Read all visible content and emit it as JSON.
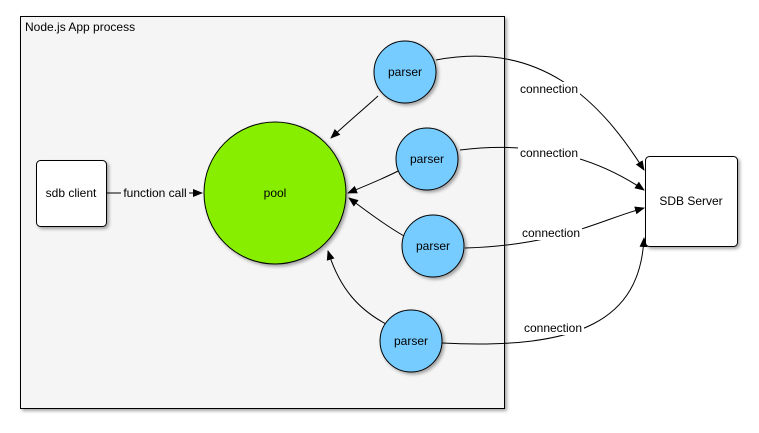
{
  "process_box": {
    "label": "Node.js App process"
  },
  "nodes": {
    "client": {
      "label": "sdb client"
    },
    "pool": {
      "label": "pool"
    },
    "server": {
      "label": "SDB Server"
    },
    "parsers": [
      {
        "label": "parser"
      },
      {
        "label": "parser"
      },
      {
        "label": "parser"
      },
      {
        "label": "parser"
      }
    ]
  },
  "edges": {
    "function_call": {
      "label": "function call"
    },
    "connections": [
      {
        "label": "connection"
      },
      {
        "label": "connection"
      },
      {
        "label": "connection"
      },
      {
        "label": "connection"
      }
    ]
  },
  "colors": {
    "pool_fill": "#88ee00",
    "parser_fill": "#77ccff",
    "box_fill": "#ffffff",
    "process_fill": "#f5f5f5",
    "line": "#000000"
  }
}
